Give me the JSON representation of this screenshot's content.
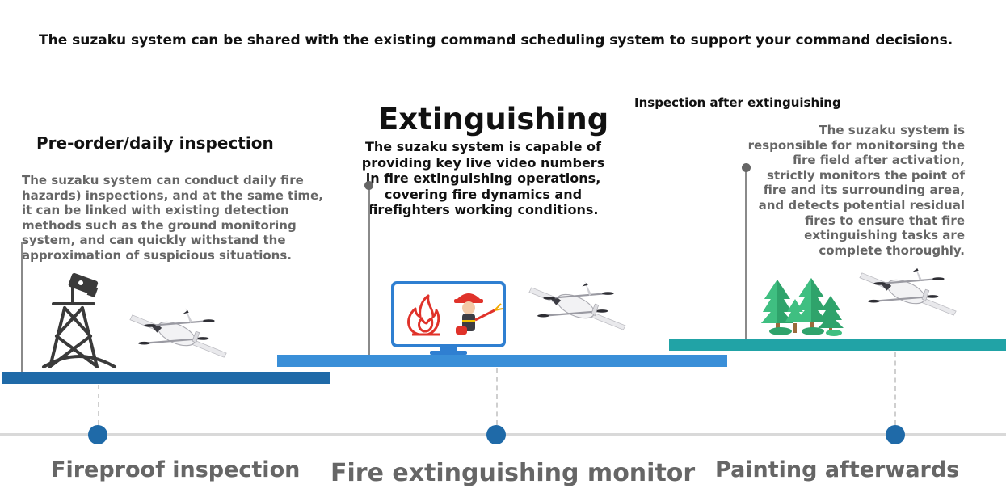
{
  "headline": "The suzaku system can be shared with the existing command scheduling system to support your command decisions.",
  "phases": [
    {
      "title": "Pre-order/daily inspection",
      "description": "The suzaku system can conduct daily fire hazards) inspections, and at the same time, it can be linked with existing detection methods such as the ground monitoring system, and can quickly withstand the approximation of suspicious situations.",
      "stage_label": "Fireproof inspection"
    },
    {
      "title": "Extinguishing",
      "description": "The suzaku system is capable of providing key live video numbers in fire extinguishing operations, covering fire dynamics and firefighters working conditions.",
      "stage_label": "Fire extinguishing monitor"
    },
    {
      "title": "Inspection after extinguishing",
      "description": "The suzaku system is responsible for monitorsing the fire field after activation, strictly monitors the point of fire and its surrounding area, and detects potential residual fires to ensure that fire extinguishing tasks are complete thoroughly.",
      "stage_label": "Painting afterwards"
    }
  ],
  "icons": [
    "watchtower-camera-icon",
    "drone-icon",
    "monitor-fire-firefighter-icon",
    "trees-icon"
  ],
  "colors": {
    "bar_dark_blue": "#1f6aa8",
    "bar_light_blue": "#3a8fd8",
    "bar_teal": "#21a3a6",
    "dot_blue": "#1f6aa8",
    "monitor_blue": "#2f7fd1",
    "fire_red": "#e0322a",
    "tree_green": "#2fa36b"
  }
}
